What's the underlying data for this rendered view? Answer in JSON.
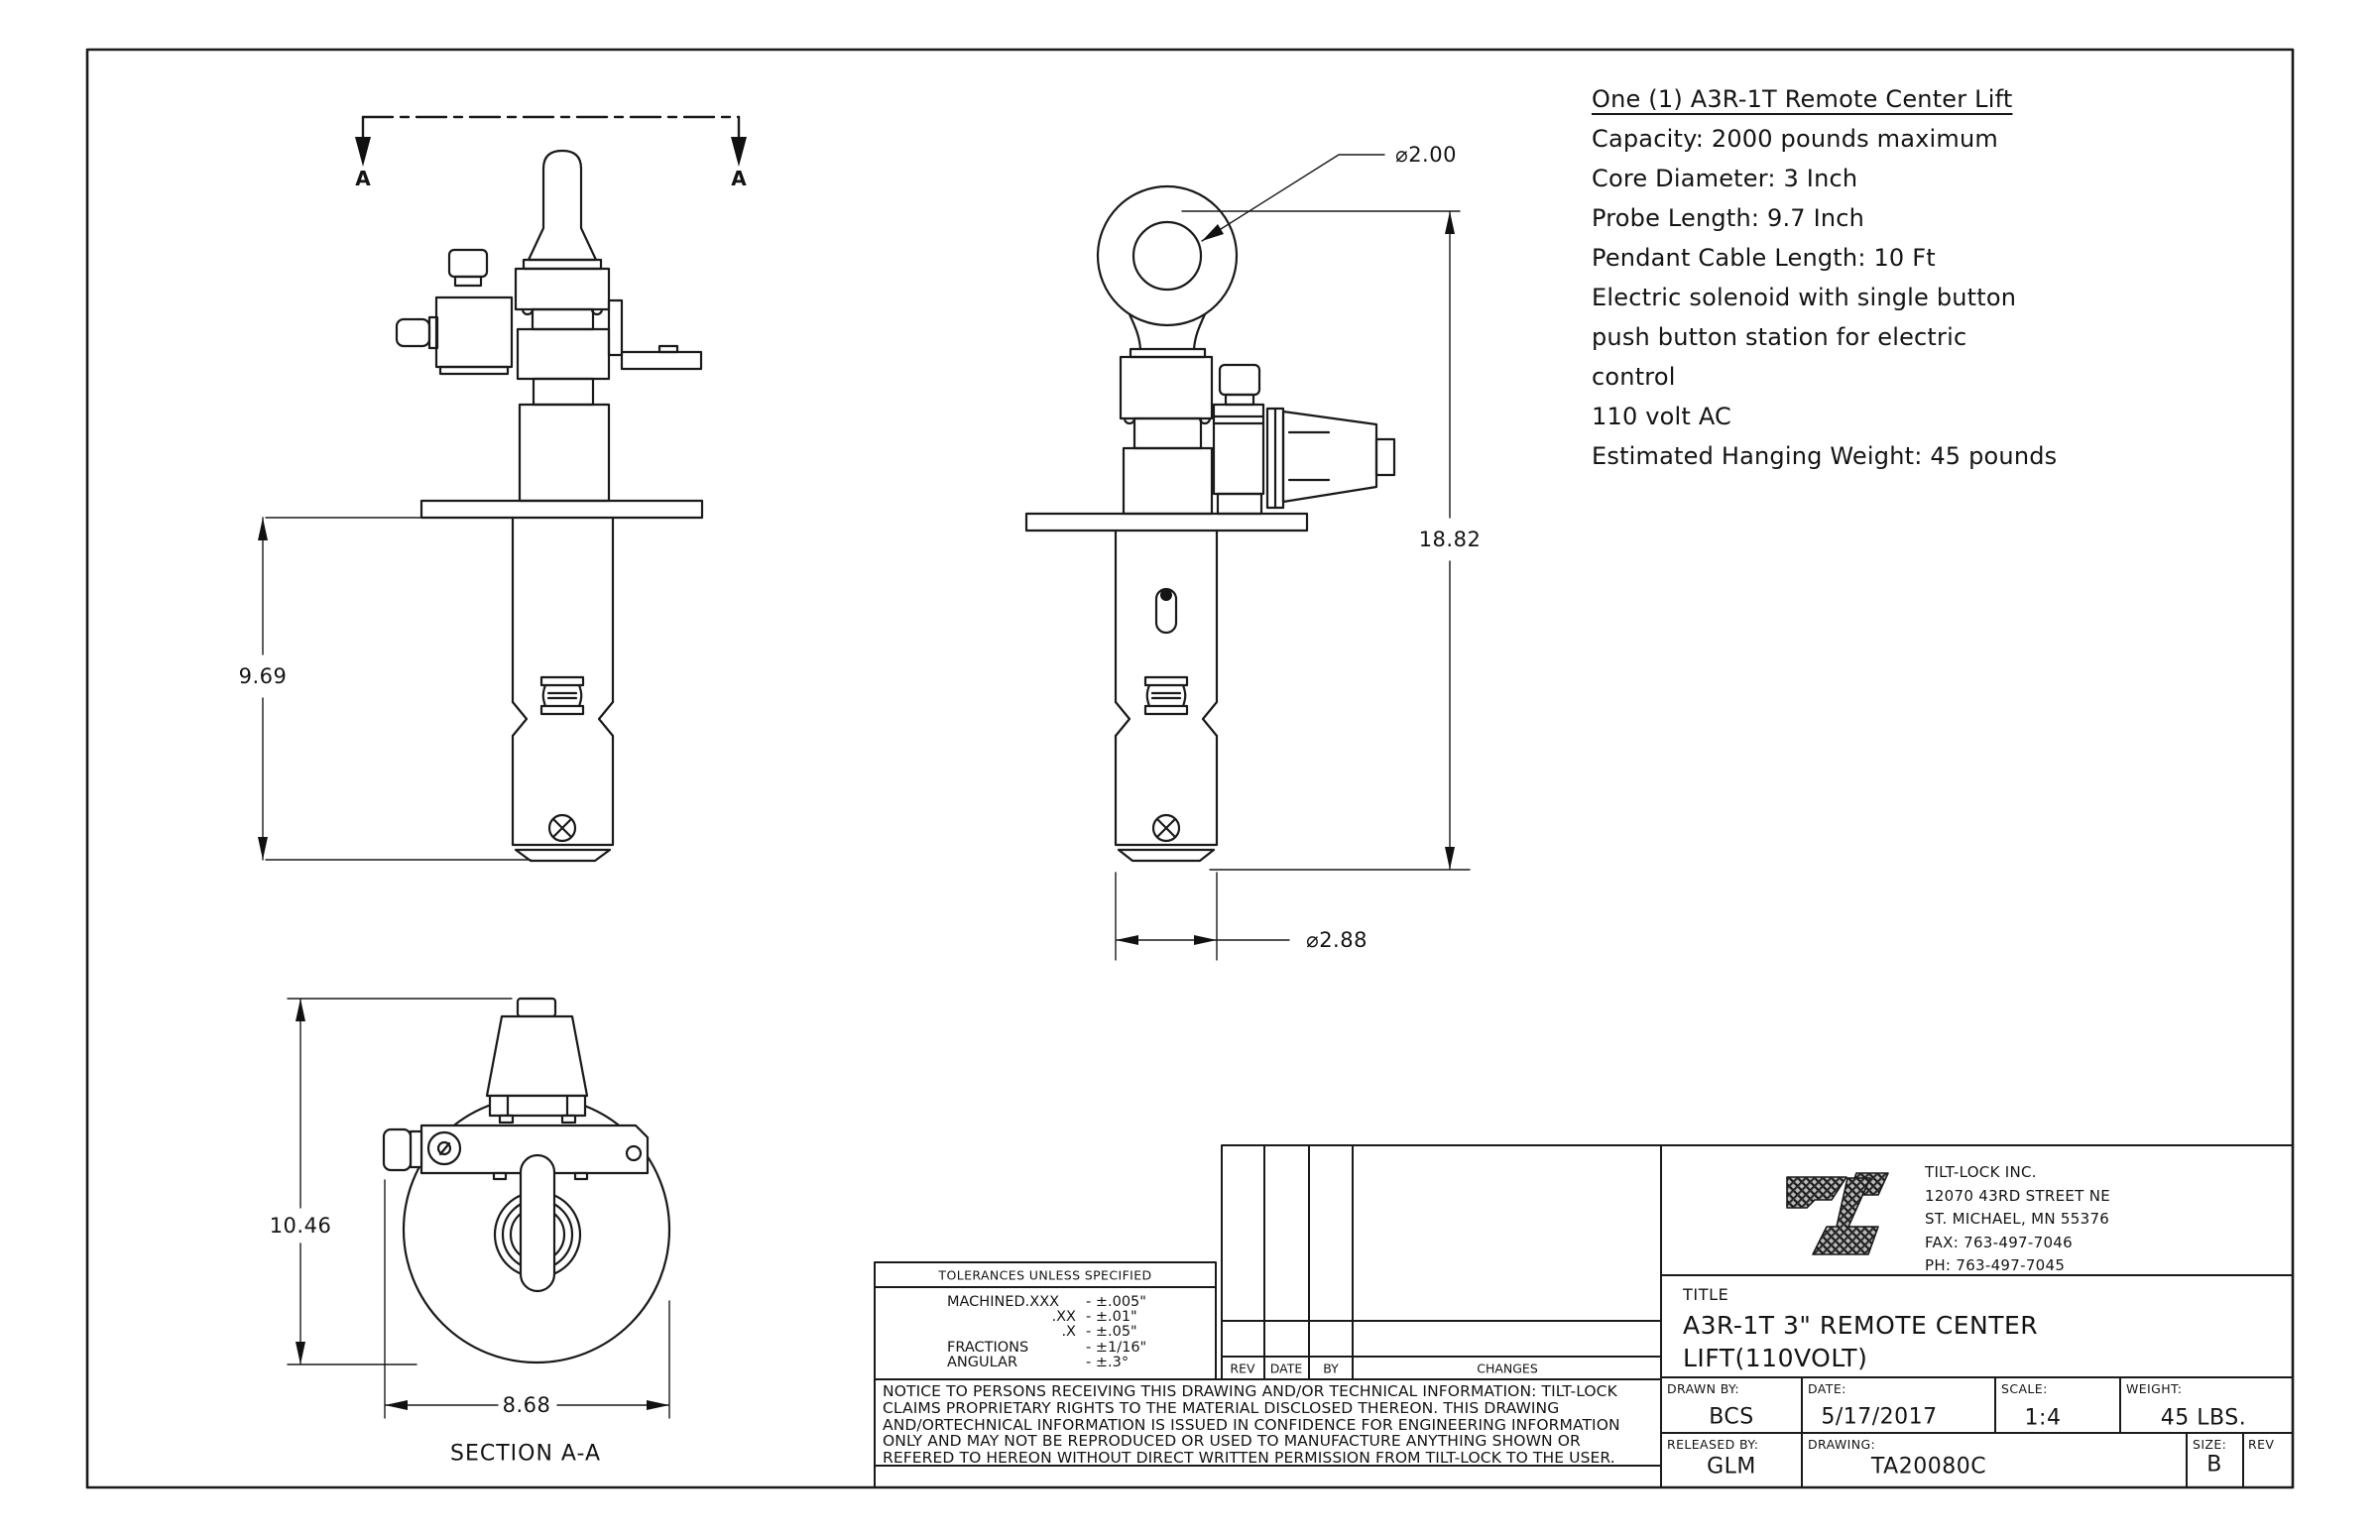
{
  "specs": {
    "lines": [
      "One (1) A3R-1T Remote Center Lift",
      "Capacity: 2000 pounds maximum",
      "Core Diameter: 3 Inch",
      "Probe Length: 9.7 Inch",
      "Pendant Cable Length: 10 Ft",
      "Electric solenoid with single button",
      "push button station for electric",
      "control",
      "110 volt AC",
      "Estimated Hanging Weight: 45 pounds"
    ]
  },
  "dimensions": {
    "probe_length": "9.69",
    "overall_height": "18.82",
    "eye_hole_diameter": "⌀2.00",
    "probe_diameter": "⌀2.88",
    "section_height": "10.46",
    "section_width": "8.68"
  },
  "views": {
    "cut_label": "A",
    "section_label": "SECTION A-A"
  },
  "tolerances": {
    "header": "TOLERANCES UNLESS SPECIFIED",
    "rows": [
      {
        "name": "MACHINED.XXX",
        "value": "- ±.005\""
      },
      {
        "name": ".XX",
        "value": "- ±.01\""
      },
      {
        "name": ".X",
        "value": "- ±.05\""
      },
      {
        "name": "FRACTIONS",
        "value": "- ±1/16\""
      },
      {
        "name": "ANGULAR",
        "value": "- ±.3°"
      }
    ]
  },
  "revision_table": {
    "headers": [
      "REV",
      "DATE",
      "BY",
      "CHANGES"
    ]
  },
  "notice": {
    "lines": [
      "NOTICE TO PERSONS RECEIVING THIS DRAWING AND/OR TECHNICAL INFORMATION: TILT-LOCK",
      "CLAIMS PROPRIETARY RIGHTS TO THE MATERIAL DISCLOSED THEREON.  THIS DRAWING",
      "AND/ORTECHNICAL INFORMATION IS ISSUED IN CONFIDENCE FOR ENGINEERING INFORMATION",
      "ONLY AND MAY NOT BE REPRODUCED OR USED TO MANUFACTURE ANYTHING SHOWN OR",
      "REFERED TO HEREON WITHOUT DIRECT WRITTEN PERMISSION FROM TILT-LOCK TO THE USER."
    ]
  },
  "title_block": {
    "company": {
      "name": "TILT-LOCK INC.",
      "address1": "12070 43RD STREET NE",
      "address2": "ST. MICHAEL, MN 55376",
      "fax": "FAX: 763-497-7046",
      "phone": "PH: 763-497-7045"
    },
    "title_label": "TITLE",
    "title_line1": "A3R-1T 3\" REMOTE CENTER",
    "title_line2": "LIFT(110VOLT)",
    "drawn_by_label": "DRAWN BY:",
    "drawn_by": "BCS",
    "date_label": "DATE:",
    "date": "5/17/2017",
    "scale_label": "SCALE:",
    "scale": "1:4",
    "weight_label": "WEIGHT:",
    "weight": "45 LBS.",
    "released_by_label": "RELEASED BY:",
    "released_by": "GLM",
    "drawing_label": "DRAWING:",
    "drawing_number": "TA20080C",
    "size_label": "SIZE:",
    "size": "B",
    "rev_label": "REV",
    "rev": ""
  }
}
